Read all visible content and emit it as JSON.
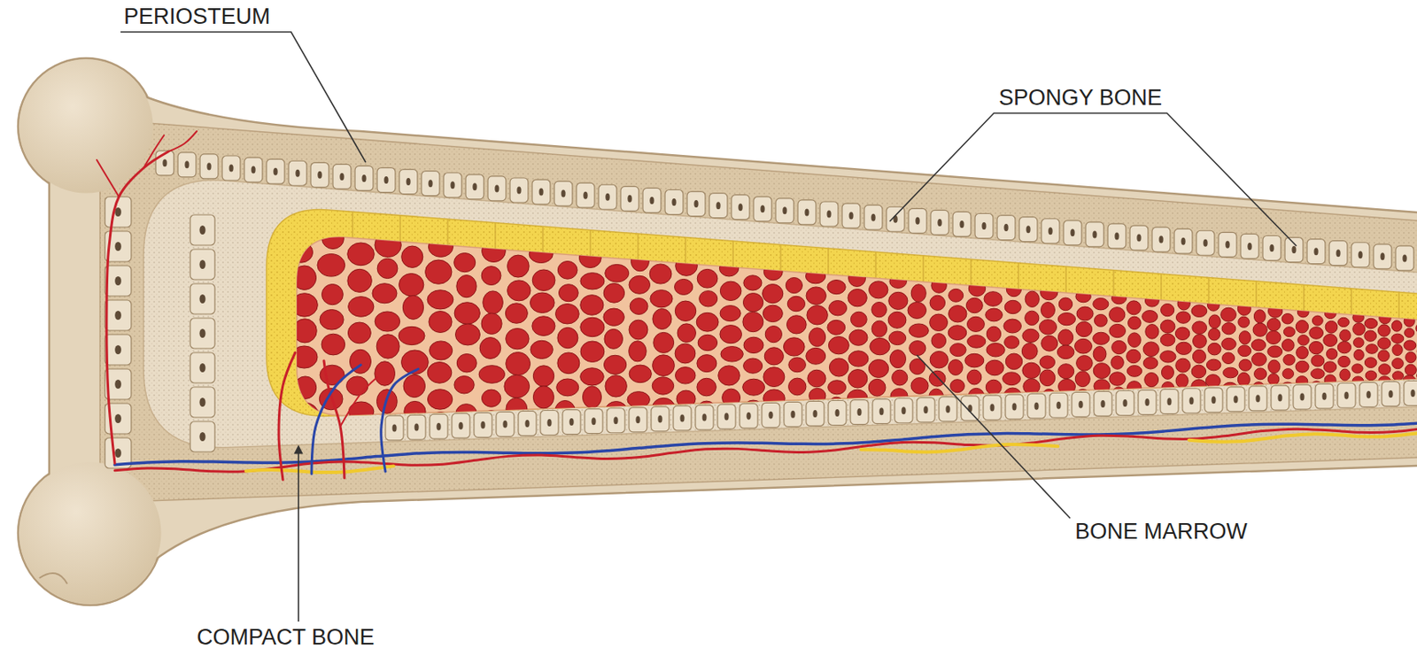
{
  "diagram": {
    "labels": [
      "PERIOSTEUM",
      "SPONGY BONE",
      "BONE MARROW",
      "COMPACT BONE"
    ]
  }
}
